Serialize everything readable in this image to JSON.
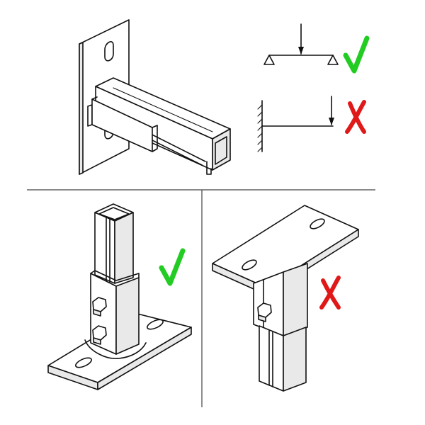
{
  "panels": [
    {
      "name": "wall-mounted-cantilever-bracket",
      "verdict": "correct"
    },
    {
      "name": "load-diagram-simply-supported",
      "verdict": "correct"
    },
    {
      "name": "load-diagram-cantilever",
      "verdict": "incorrect"
    },
    {
      "name": "floor-mounted-post-base",
      "verdict": "correct"
    },
    {
      "name": "ceiling-hung-post-base",
      "verdict": "incorrect"
    }
  ],
  "colors": {
    "check": "#22cc22",
    "cross": "#e01818",
    "line": "#111111",
    "divider": "#444444"
  },
  "icons": [
    "check-icon",
    "cross-icon",
    "load-arrow-icon",
    "pin-support-icon",
    "fixed-wall-icon",
    "bolt-icon"
  ]
}
